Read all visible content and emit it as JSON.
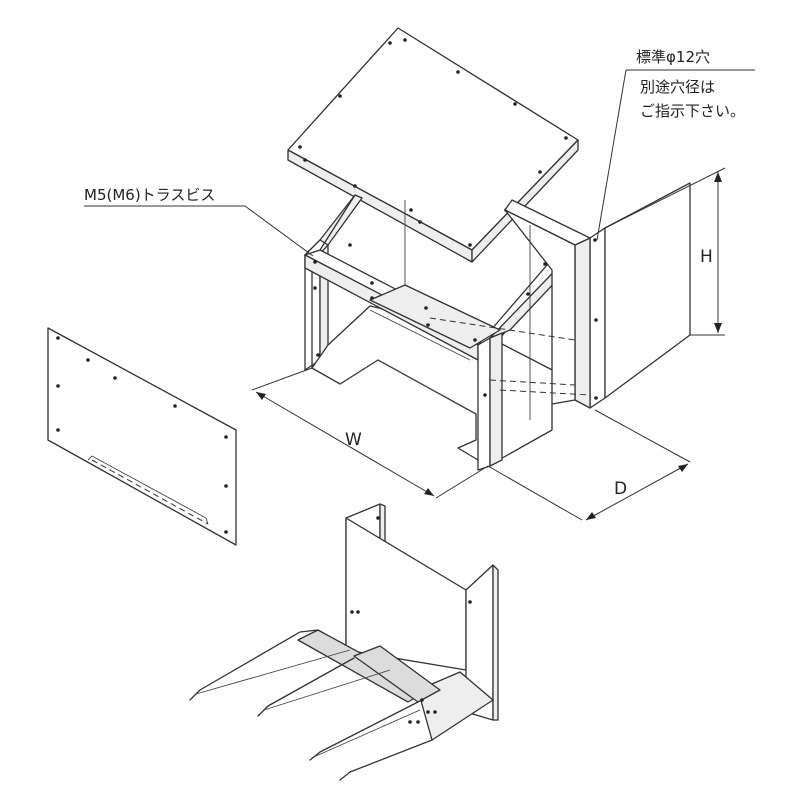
{
  "labels": {
    "screw": "M5(M6)トラスビス",
    "hole_line1": "標準φ12穴",
    "hole_line2": "別途穴径は",
    "hole_line3": "ご指示下さい。",
    "dim_w": "W",
    "dim_d": "D",
    "dim_h": "H"
  }
}
